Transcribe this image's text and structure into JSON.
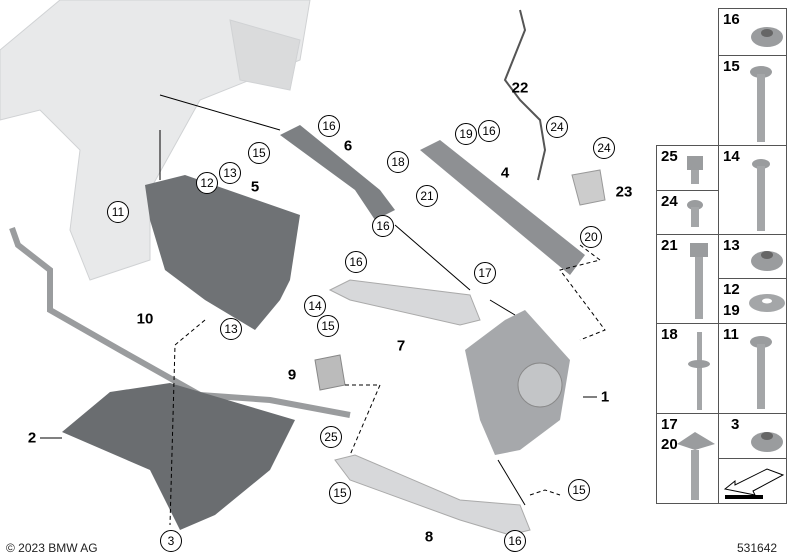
{
  "diagram": {
    "callouts_circled": [
      "16",
      "15",
      "19",
      "16",
      "18",
      "24",
      "24",
      "21",
      "16",
      "12",
      "13",
      "11",
      "20",
      "16",
      "17",
      "14",
      "13",
      "15",
      "25",
      "15",
      "15",
      "16",
      "3"
    ],
    "callouts_bold": [
      "22",
      "6",
      "4",
      "23",
      "5",
      "10",
      "7",
      "9",
      "1",
      "2",
      "8"
    ],
    "parts_grid": [
      {
        "labels": [
          "16"
        ]
      },
      {
        "labels": [
          "15"
        ]
      },
      {
        "labels": [
          "25"
        ]
      },
      {
        "labels": [
          "24"
        ]
      },
      {
        "labels": [
          "14"
        ]
      },
      {
        "labels": [
          "21"
        ]
      },
      {
        "labels": [
          "13"
        ]
      },
      {
        "labels": [
          "12",
          "19"
        ]
      },
      {
        "labels": [
          "18"
        ]
      },
      {
        "labels": [
          "11"
        ]
      },
      {
        "labels": [
          "17",
          "20"
        ]
      },
      {
        "labels": [
          "3"
        ]
      }
    ],
    "copyright": "© 2023 BMW AG",
    "diagram_number": "531642",
    "colors": {
      "part": "#8a8c8f",
      "subframe": "#e6e7e8",
      "line": "#000000"
    }
  }
}
